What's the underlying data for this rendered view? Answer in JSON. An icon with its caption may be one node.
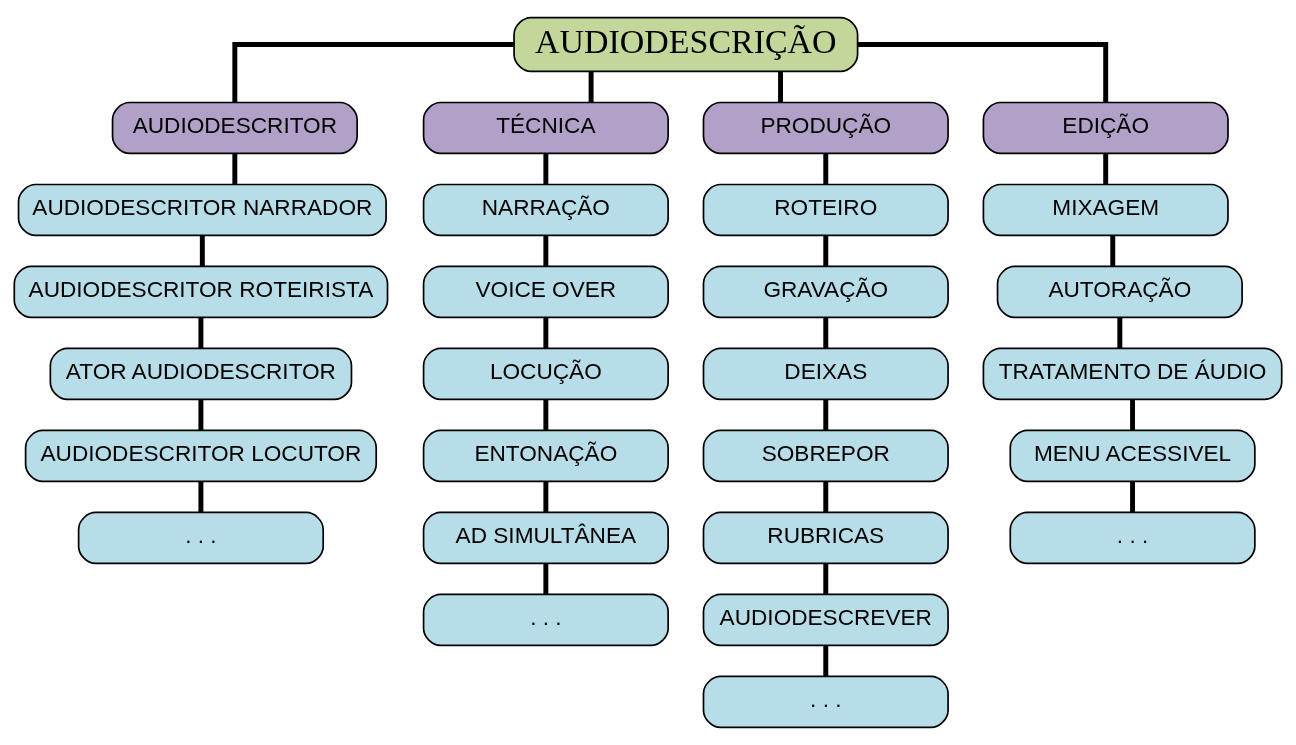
{
  "diagram": {
    "nodes": [
      {
        "text": [
          "AUDIODESCRIÇÃO"
        ]
      },
      {
        "text": [
          "AUDIODESCRITOR"
        ]
      },
      {
        "text": [
          "TÉCNICA"
        ]
      },
      {
        "text": [
          "PRODUÇÃO"
        ]
      },
      {
        "text": [
          "EDIÇÃO"
        ]
      },
      {
        "text": [
          "AUDIODESCRITOR NARRADOR"
        ]
      },
      {
        "text": [
          "AUDIODESCRITOR ROTEIRISTA"
        ]
      },
      {
        "text": [
          "ATOR AUDIODESCRITOR"
        ]
      },
      {
        "text": [
          "AUDIODESCRITOR LOCUTOR"
        ]
      },
      {
        "text": [
          ". . ."
        ]
      },
      {
        "text": [
          "NARRAÇÃO"
        ]
      },
      {
        "text": [
          "VOICE OVER"
        ]
      },
      {
        "text": [
          "LOCUÇÃO"
        ]
      },
      {
        "text": [
          "ENTONAÇÃO"
        ]
      },
      {
        "text": [
          "AD SIMULTÂNEA"
        ]
      },
      {
        "text": [
          ". . ."
        ]
      },
      {
        "text": [
          "ROTEIRO"
        ]
      },
      {
        "text": [
          "GRAVAÇÃO"
        ]
      },
      {
        "text": [
          "DEIXAS"
        ]
      },
      {
        "text": [
          "SOBREPOR"
        ]
      },
      {
        "text": [
          "RUBRICAS"
        ]
      },
      {
        "text": [
          "AUDIODESCREVER"
        ]
      },
      {
        "text": [
          ". . ."
        ]
      },
      {
        "text": [
          "MIXAGEM"
        ]
      },
      {
        "text": [
          "AUTORAÇÃO"
        ]
      },
      {
        "text": [
          "TRATAMENTO DE ÁUDIO"
        ]
      },
      {
        "text": [
          "MENU ACESSIVEL"
        ]
      },
      {
        "text": [
          ". . ."
        ]
      }
    ],
    "edges": [
      {
        "from": 0,
        "to": 1,
        "arrow": "none"
      },
      {
        "from": 0,
        "to": 2,
        "arrow": "none"
      },
      {
        "from": 0,
        "to": 3,
        "arrow": "none"
      },
      {
        "from": 0,
        "to": 4,
        "arrow": "none"
      },
      {
        "from": 1,
        "to": 5,
        "arrow": "none"
      },
      {
        "from": 5,
        "to": 6,
        "arrow": "none"
      },
      {
        "from": 6,
        "to": 7,
        "arrow": "none"
      },
      {
        "from": 7,
        "to": 8,
        "arrow": "none"
      },
      {
        "from": 8,
        "to": 9,
        "arrow": "none"
      },
      {
        "from": 2,
        "to": 10,
        "arrow": "none"
      },
      {
        "from": 10,
        "to": 11,
        "arrow": "none"
      },
      {
        "from": 11,
        "to": 12,
        "arrow": "none"
      },
      {
        "from": 12,
        "to": 13,
        "arrow": "none"
      },
      {
        "from": 13,
        "to": 14,
        "arrow": "none"
      },
      {
        "from": 14,
        "to": 15,
        "arrow": "none"
      },
      {
        "from": 3,
        "to": 16,
        "arrow": "none"
      },
      {
        "from": 16,
        "to": 17,
        "arrow": "none"
      },
      {
        "from": 17,
        "to": 18,
        "arrow": "none"
      },
      {
        "from": 18,
        "to": 19,
        "arrow": "none"
      },
      {
        "from": 19,
        "to": 20,
        "arrow": "none"
      },
      {
        "from": 20,
        "to": 21,
        "arrow": "none"
      },
      {
        "from": 21,
        "to": 22,
        "arrow": "none"
      },
      {
        "from": 4,
        "to": 23,
        "arrow": "none"
      },
      {
        "from": 23,
        "to": 24,
        "arrow": "none"
      },
      {
        "from": 24,
        "to": 25,
        "arrow": "none"
      },
      {
        "from": 25,
        "to": 26,
        "arrow": "none"
      },
      {
        "from": 26,
        "to": 27,
        "arrow": "none"
      }
    ]
  }
}
